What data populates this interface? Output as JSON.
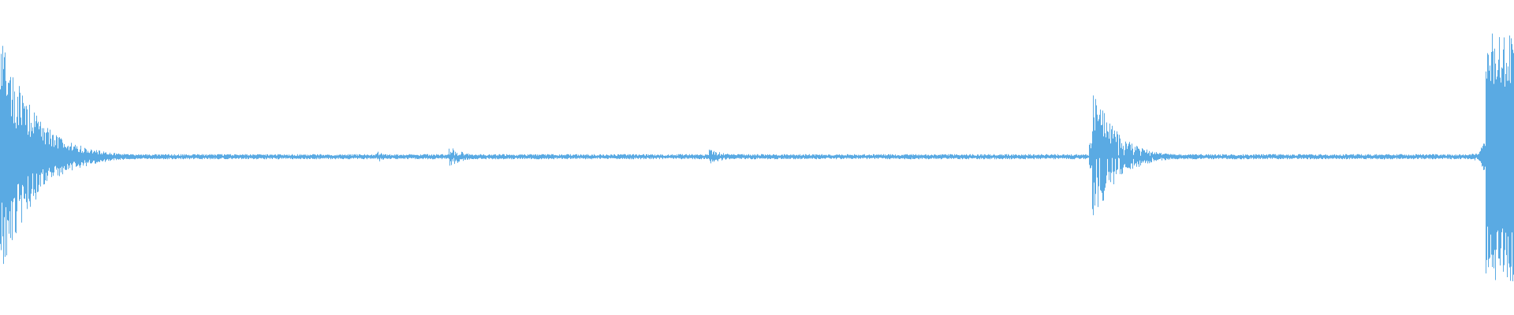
{
  "waveform": {
    "color": "#5aaae3",
    "background": "#ffffff",
    "noise_floor": 0.012,
    "events": [
      {
        "t": 0.0,
        "amp": 0.86,
        "decay": 0.022,
        "dense": 1.0
      },
      {
        "t": 0.248,
        "amp": 0.05,
        "decay": 0.006,
        "dense": 0.6
      },
      {
        "t": 0.296,
        "amp": 0.08,
        "decay": 0.01,
        "dense": 0.7
      },
      {
        "t": 0.468,
        "amp": 0.06,
        "decay": 0.012,
        "dense": 0.7
      },
      {
        "t": 0.721,
        "amp": 0.5,
        "decay": 0.016,
        "dense": 0.9
      },
      {
        "t": 0.913,
        "amp": 0.03,
        "decay": 0.006,
        "dense": 0.5
      },
      {
        "t": 0.972,
        "amp": 0.04,
        "decay": 0.008,
        "dense": 0.5
      },
      {
        "t": 0.981,
        "amp": 0.86,
        "decay": 0.2,
        "dense": 1.0
      }
    ]
  }
}
